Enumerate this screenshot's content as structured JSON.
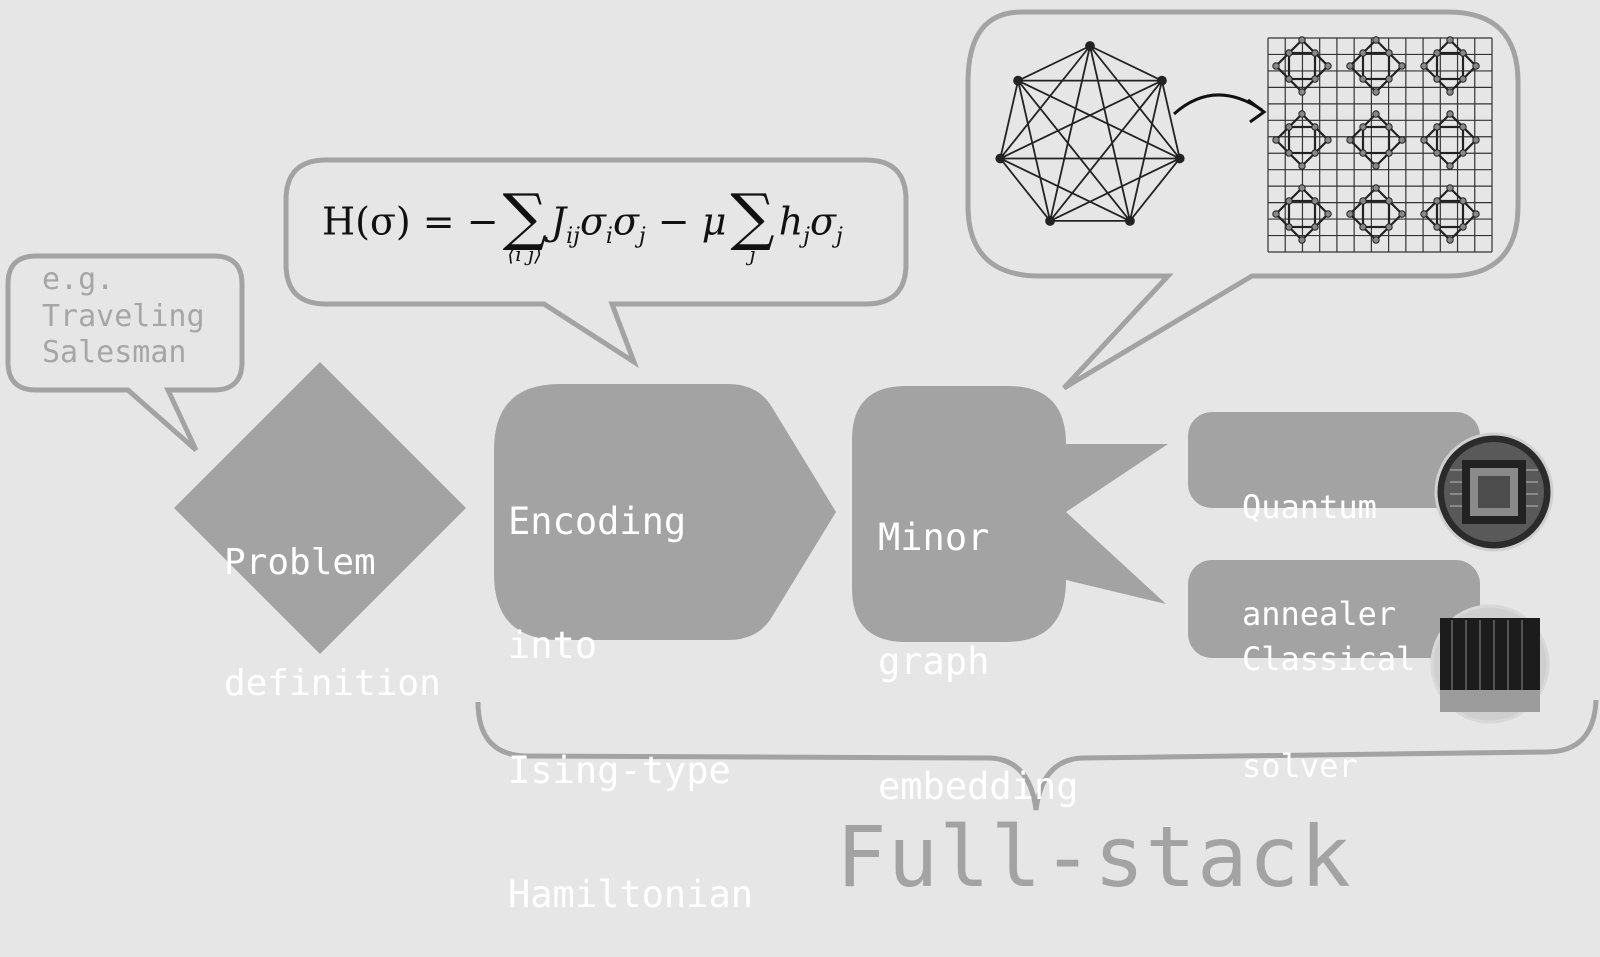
{
  "example_bubble": {
    "lines": [
      "e.g.",
      "Traveling",
      "Salesman"
    ]
  },
  "formula": {
    "lhs": "H(σ) = −",
    "sum1_under": "⟨i j⟩",
    "term1": "J",
    "term1_sub": "ij",
    "term1_rest": "σ",
    "term1_sub2": "i",
    "term1_rest2": "σ",
    "term1_sub3": "j",
    "mid": " − μ",
    "sum2_under": "j",
    "term2": "h",
    "term2_sub": "j",
    "term2_rest": "σ",
    "term2_sub2": "j",
    "sigma": "∑"
  },
  "steps": {
    "problem": [
      "Problem",
      "definition"
    ],
    "encoding": [
      "Encoding",
      "into",
      "Ising-type",
      "Hamiltonian"
    ],
    "embedding": [
      "Minor",
      "graph",
      "embedding"
    ],
    "quantum": [
      "Quantum",
      "annealer"
    ],
    "classical": [
      "Classical",
      "solver"
    ]
  },
  "bottom_label": "Full-stack",
  "colors": {
    "background": "#e6e6e6",
    "shape_fill": "#a3a3a3",
    "bubble_stroke": "#a3a3a3",
    "formula_text": "#111111"
  },
  "icons": {
    "complete_graph": "complete-graph-icon",
    "chimera_graph": "chimera-graph-icon",
    "arrow": "curved-arrow-icon",
    "quantum_chip": "quantum-chip-icon",
    "server_rack": "server-rack-icon"
  }
}
